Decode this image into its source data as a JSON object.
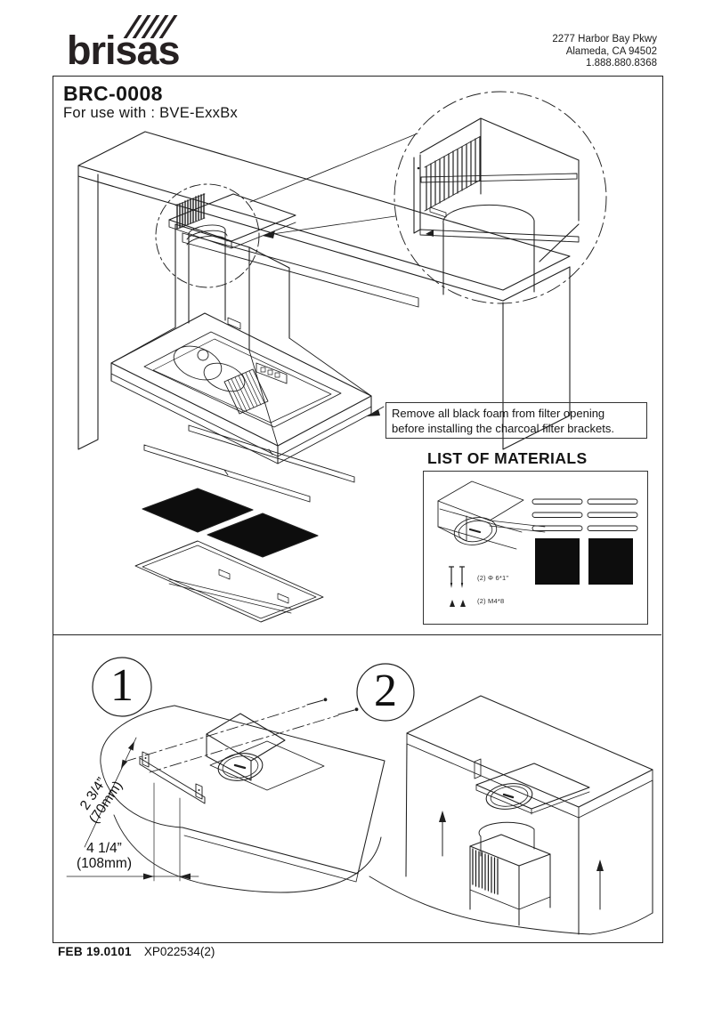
{
  "header": {
    "logo_text": "brisas",
    "address": [
      "2277 Harbor Bay Pkwy",
      "Alameda, CA 94502",
      "1.888.880.8368"
    ]
  },
  "doc": {
    "model": "BRC-0008",
    "for_use": "For use with : BVE-ExxBx",
    "note_line1": "Remove all black foam from filter opening",
    "note_line2": "before installing the charcoal filter brackets.",
    "materials_title": "LIST OF MATERIALS",
    "materials": {
      "wood_screw_label": "(2)  Φ 6*1\"",
      "machine_screw_label": "(2)  M4*8"
    },
    "steps": {
      "one": "1",
      "two": "2"
    },
    "dims": {
      "diag_in": "2 3/4”",
      "diag_mm": "(70mm)",
      "horiz_in": "4 1/4”",
      "horiz_mm": "(108mm)"
    },
    "footer_date": "FEB 19.0101",
    "footer_code": "XP022534(2)"
  },
  "colors": {
    "ink": "#1f1f1f",
    "paper": "#ffffff",
    "filter_black": "#0d0d0d"
  }
}
